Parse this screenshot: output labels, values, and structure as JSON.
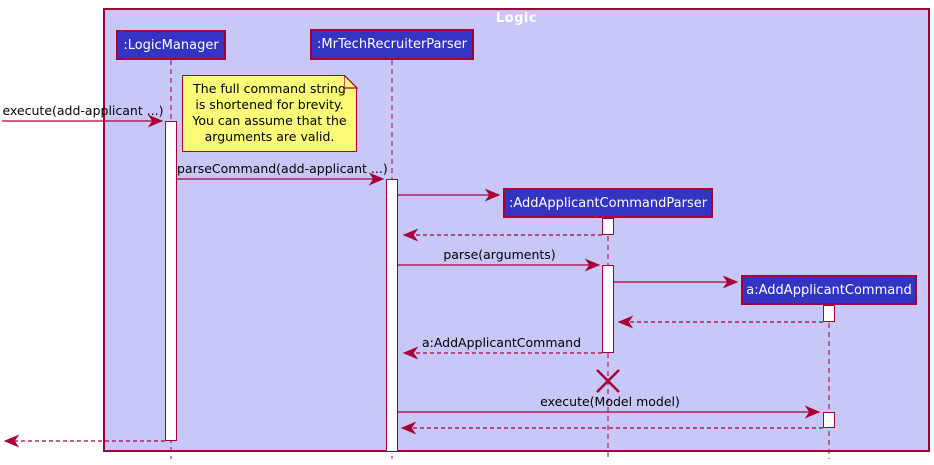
{
  "frame": {
    "title": "Logic"
  },
  "participants": [
    {
      "label": ":LogicManager"
    },
    {
      "label": ":MrTechRecruiterParser"
    },
    {
      "label": ":AddApplicantCommandParser"
    },
    {
      "label": "a:AddApplicantCommand"
    }
  ],
  "note": {
    "lines": [
      "The full command string",
      "is shortened for brevity.",
      "You can assume that the",
      "arguments are valid."
    ]
  },
  "messages": {
    "execute": "execute(add-applicant ...)",
    "parse_command": "parseCommand(add-applicant ...)",
    "parse": "parse(arguments)",
    "return_command": "a:AddApplicantCommand",
    "execute_model": "execute(Model model)"
  },
  "colors": {
    "line_accent": "#A80036",
    "participant_fill": "#3333C4",
    "frame_background": "#C8C8F8",
    "note_background": "#FBFB77",
    "participant_text": "#FFFFFF",
    "message_text": "#000000"
  }
}
